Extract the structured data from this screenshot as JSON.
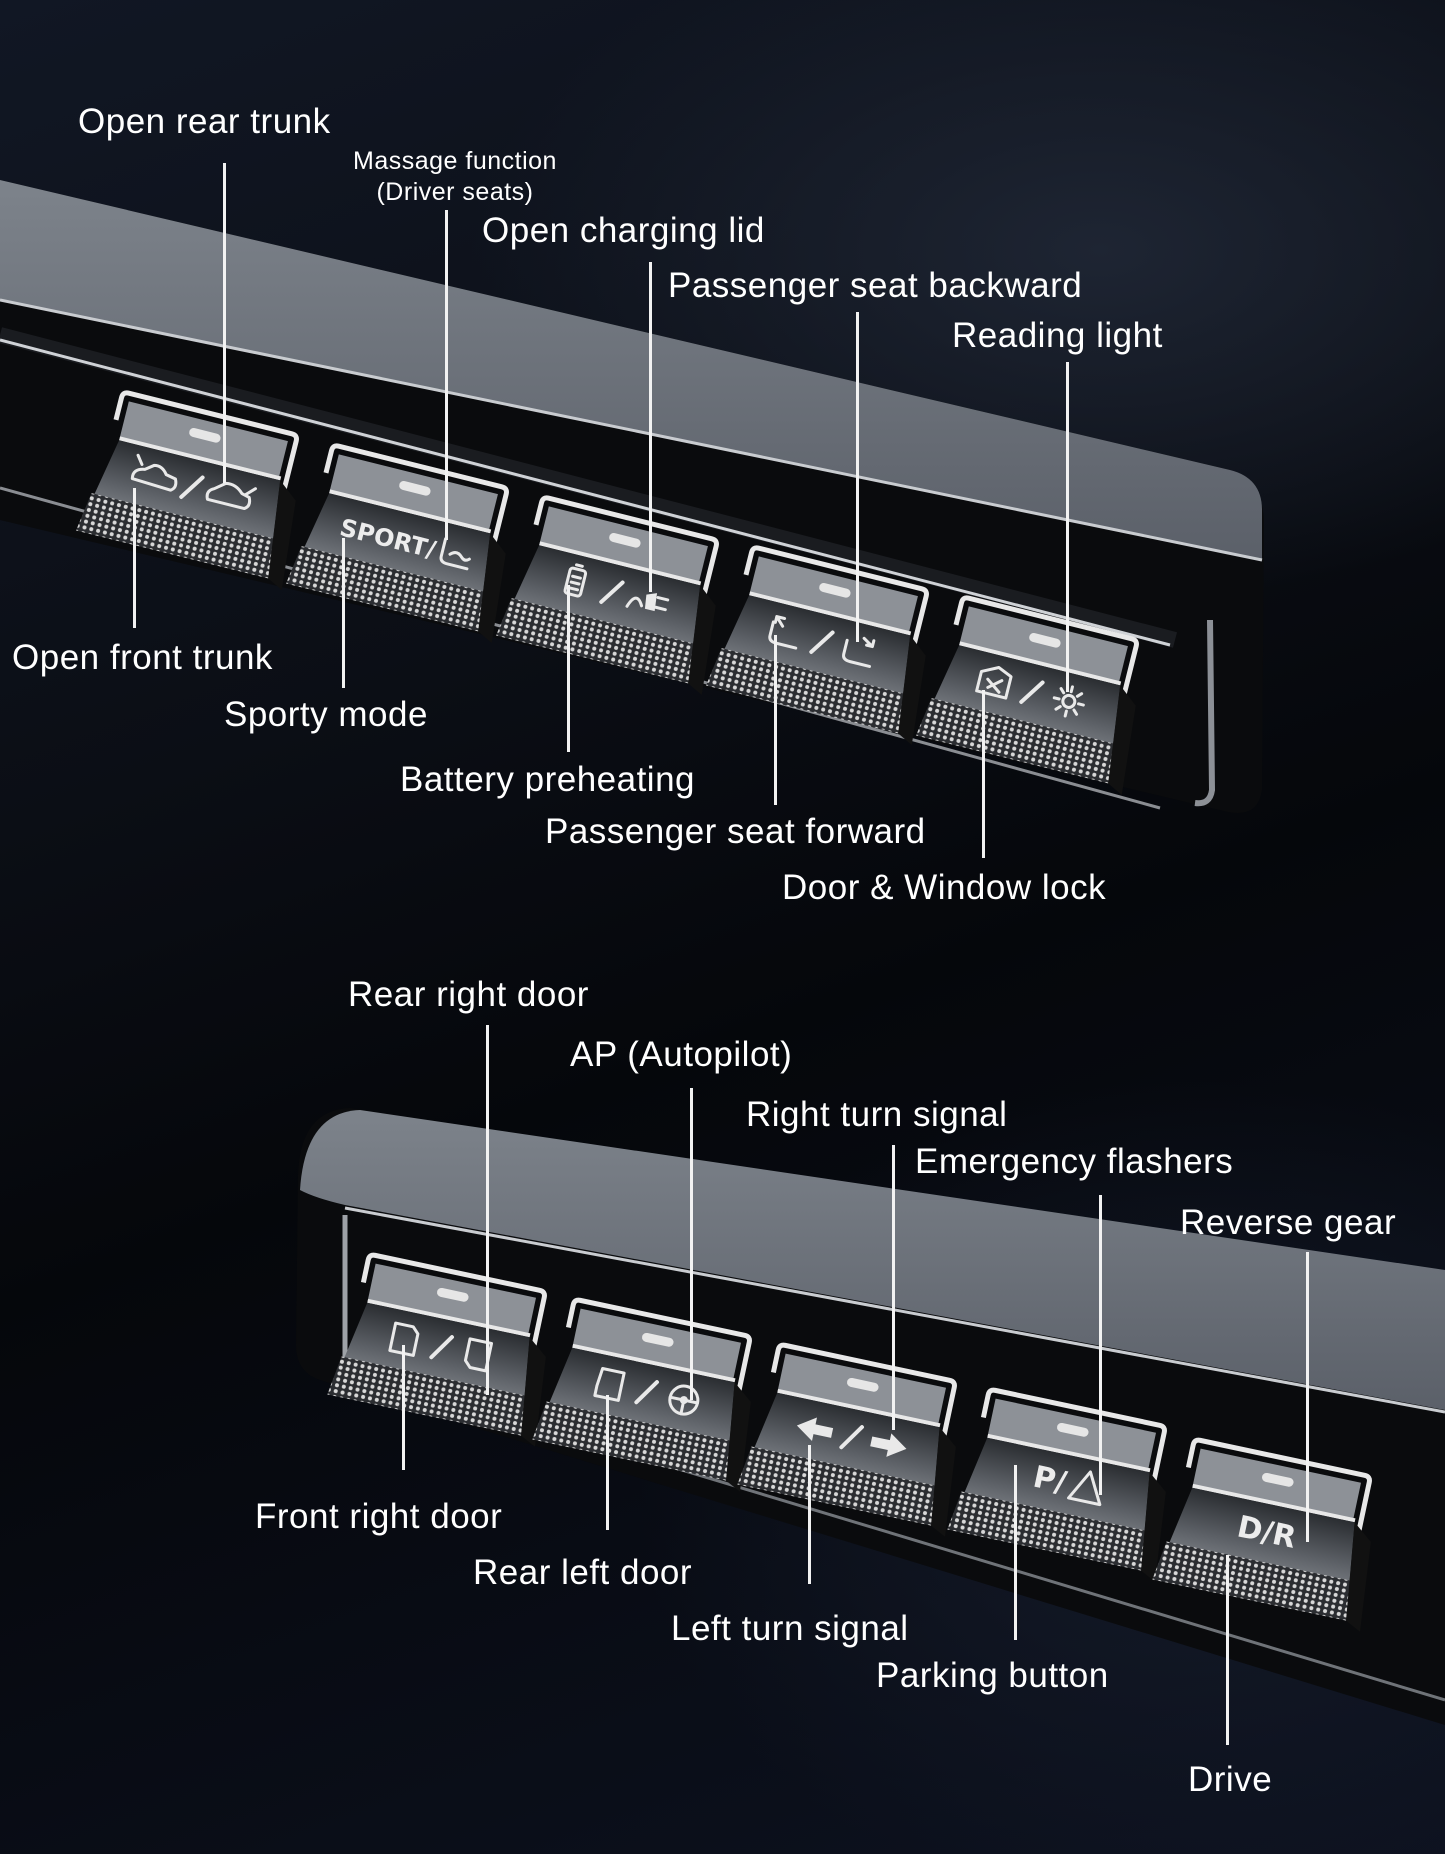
{
  "top_panel": {
    "labels_above": [
      {
        "id": "open-rear-trunk",
        "text": "Open rear trunk"
      },
      {
        "id": "massage-function",
        "text": "Massage function",
        "subtext": "(Driver seats)"
      },
      {
        "id": "open-charging-lid",
        "text": "Open charging lid"
      },
      {
        "id": "passenger-seat-backward",
        "text": "Passenger seat backward"
      },
      {
        "id": "reading-light",
        "text": "Reading light"
      }
    ],
    "labels_below": [
      {
        "id": "open-front-trunk",
        "text": "Open front trunk"
      },
      {
        "id": "sporty-mode",
        "text": "Sporty mode"
      },
      {
        "id": "battery-preheating",
        "text": "Battery preheating"
      },
      {
        "id": "passenger-seat-forward",
        "text": "Passenger seat forward"
      },
      {
        "id": "door-window-lock",
        "text": "Door & Window lock"
      }
    ],
    "buttons": [
      {
        "name": "trunk-button",
        "left_icon": "front-trunk-icon",
        "right_icon": "rear-trunk-icon"
      },
      {
        "name": "sport-massage-button",
        "glyph_text": "SPORT/",
        "right_icon": "seat-massage-icon"
      },
      {
        "name": "battery-charge-button",
        "left_icon": "battery-heat-icon",
        "right_icon": "charging-plug-icon"
      },
      {
        "name": "passenger-seat-button",
        "left_icon": "seat-forward-icon",
        "right_icon": "seat-backward-icon"
      },
      {
        "name": "lock-light-button",
        "left_icon": "door-window-lock-icon",
        "right_icon": "sun-light-icon"
      }
    ]
  },
  "bottom_panel": {
    "labels_above": [
      {
        "id": "rear-right-door",
        "text": "Rear right door"
      },
      {
        "id": "ap-autopilot",
        "text": "AP (Autopilot)"
      },
      {
        "id": "right-turn-signal",
        "text": "Right turn signal"
      },
      {
        "id": "emergency-flashers",
        "text": "Emergency flashers"
      },
      {
        "id": "reverse-gear",
        "text": "Reverse gear"
      }
    ],
    "labels_below": [
      {
        "id": "front-right-door",
        "text": "Front right door"
      },
      {
        "id": "rear-left-door",
        "text": "Rear left door"
      },
      {
        "id": "left-turn-signal",
        "text": "Left turn signal"
      },
      {
        "id": "parking-button",
        "text": "Parking button"
      },
      {
        "id": "drive",
        "text": "Drive"
      }
    ],
    "buttons": [
      {
        "name": "right-doors-button",
        "left_icon": "front-door-icon",
        "right_icon": "rear-door-icon"
      },
      {
        "name": "door-autopilot-button",
        "left_icon": "rear-left-door-icon",
        "right_icon": "steering-wheel-icon"
      },
      {
        "name": "turn-signal-button",
        "left_icon": "arrow-left-icon",
        "right_icon": "arrow-right-icon"
      },
      {
        "name": "park-hazard-button",
        "glyph_text": "P/",
        "right_icon": "hazard-triangle-icon"
      },
      {
        "name": "drive-reverse-button",
        "glyph_text": "D/R"
      }
    ]
  },
  "colors": {
    "background": "#0b0e15",
    "panel_top": "#6d737c",
    "label": "#ffffff",
    "leader": "#f2f2f2"
  }
}
